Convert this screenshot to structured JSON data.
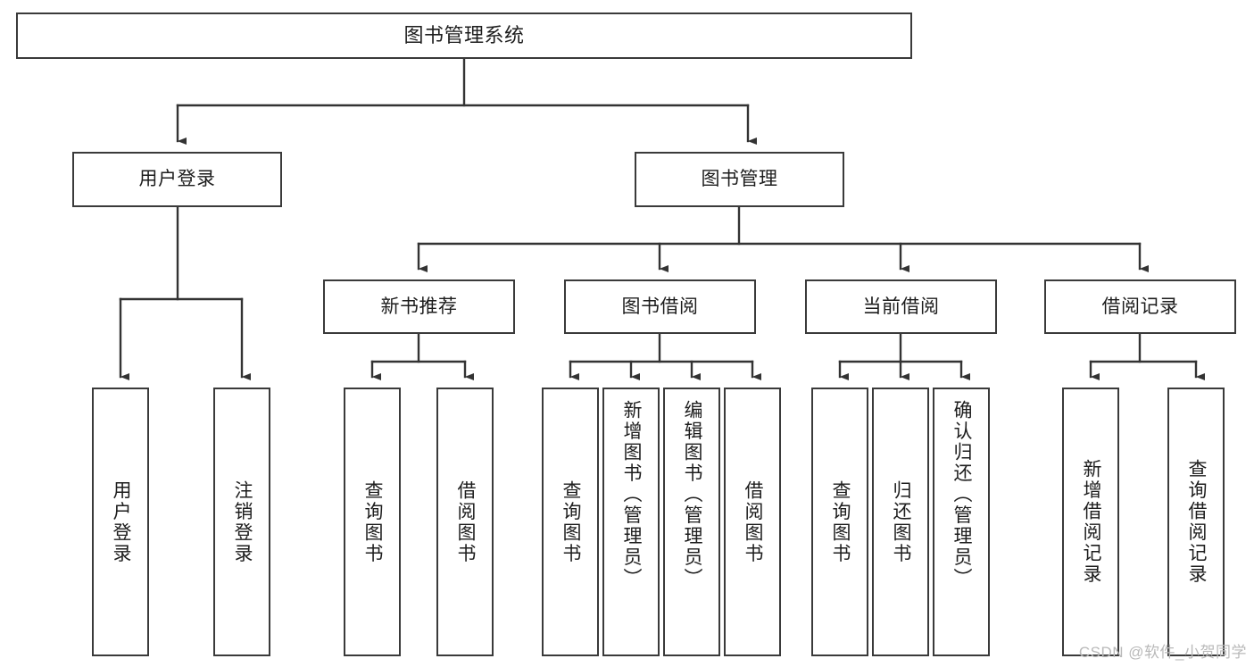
{
  "diagram": {
    "title": "图书管理系统",
    "type": "hierarchy-tree",
    "watermark": "CSDN @软件_小贺同学",
    "colors": {
      "box_stroke": "#3a3a3a",
      "box_fill": "#ffffff",
      "edge": "#333333",
      "text": "#1d1d1d",
      "watermark": "#b9b9b9"
    },
    "nodes": {
      "root": {
        "label": "图书管理系统"
      },
      "level2": [
        {
          "label": "用户登录"
        },
        {
          "label": "图书管理"
        }
      ],
      "level3": [
        {
          "label": "新书推荐"
        },
        {
          "label": "图书借阅"
        },
        {
          "label": "当前借阅"
        },
        {
          "label": "借阅记录"
        }
      ],
      "leaves": {
        "user_login": [
          {
            "label": "用户登录"
          },
          {
            "label": "注销登录"
          }
        ],
        "new_book_recommend": [
          {
            "label": "查询图书"
          },
          {
            "label": "借阅图书"
          }
        ],
        "book_borrow": [
          {
            "label": "查询图书"
          },
          {
            "label": "新增图书（管理员）"
          },
          {
            "label": "编辑图书（管理员）"
          },
          {
            "label": "借阅图书"
          }
        ],
        "current_borrow": [
          {
            "label": "查询图书"
          },
          {
            "label": "归还图书"
          },
          {
            "label": "确认归还（管理员）"
          }
        ],
        "borrow_record": [
          {
            "label": "新增借阅记录"
          },
          {
            "label": "查询借阅记录"
          }
        ]
      }
    }
  }
}
